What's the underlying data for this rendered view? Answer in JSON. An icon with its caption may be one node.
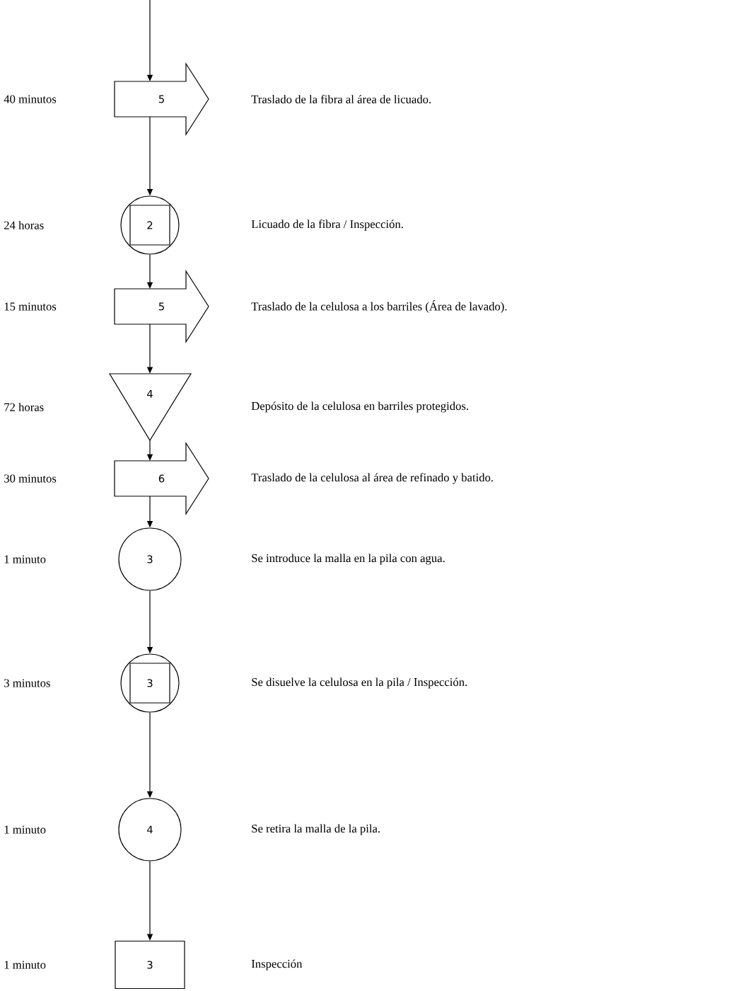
{
  "diagram": {
    "nodes": [
      {
        "text": [
          "5"
        ]
      },
      {
        "text": [
          "2"
        ]
      },
      {
        "text": [
          "5"
        ]
      },
      {
        "text": [
          "4"
        ]
      },
      {
        "text": [
          "6"
        ]
      },
      {
        "text": [
          "3"
        ]
      },
      {
        "text": [
          "3"
        ]
      },
      {
        "text": [
          "4"
        ]
      },
      {
        "text": [
          "3"
        ]
      }
    ],
    "edges": [
      {
        "from": null,
        "to": 0,
        "arrow": "to"
      },
      {
        "from": 0,
        "to": 1,
        "arrow": "to"
      },
      {
        "from": 1,
        "to": 2,
        "arrow": "to"
      },
      {
        "from": 2,
        "to": 3,
        "arrow": "to"
      },
      {
        "from": 3,
        "to": 4,
        "arrow": "to"
      },
      {
        "from": 4,
        "to": 5,
        "arrow": "to"
      },
      {
        "from": 5,
        "to": 6,
        "arrow": "to"
      },
      {
        "from": 6,
        "to": 7,
        "arrow": "to"
      },
      {
        "from": 7,
        "to": 8,
        "arrow": "to"
      }
    ],
    "labels": [
      "40 minutos",
      "Traslado de la fibra al área de licuado.",
      "24 horas",
      "Licuado de la fibra / Inspección.",
      "15 minutos",
      "Traslado de la celulosa a los barriles (Área de lavado).",
      "72 horas",
      "Depósito de la celulosa en barriles protegidos.",
      "30 minutos",
      "Traslado de la celulosa al área de refinado y batido.",
      "1 minuto",
      "Se introduce la malla en la pila con agua.",
      "3 minutos",
      "Se disuelve la celulosa en la pila / Inspección.",
      "1 minuto",
      "Se retira la malla de la pila.",
      "1 minuto",
      "Inspección"
    ]
  }
}
